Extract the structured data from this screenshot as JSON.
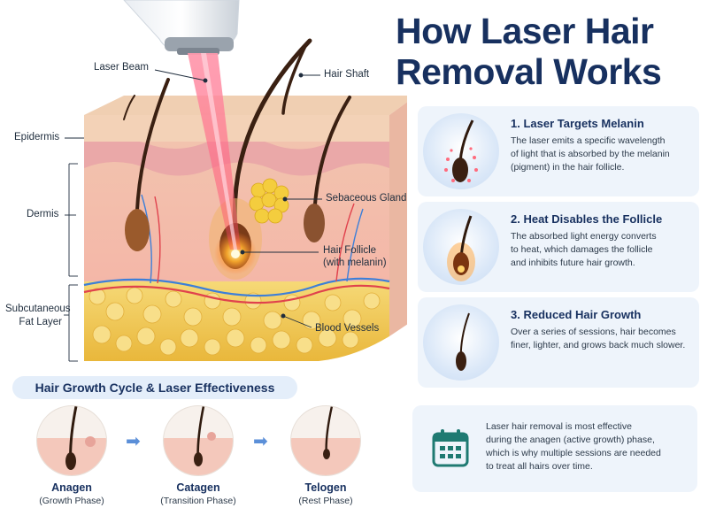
{
  "title": "How Laser Hair\nRemoval Works",
  "labels": {
    "laser_beam": "Laser Beam",
    "hair_shaft": "Hair Shaft",
    "epidermis": "Epidermis",
    "dermis": "Dermis",
    "subcutaneous": "Subcutaneous\nFat Layer",
    "sebaceous_gland": "Sebaceous Gland",
    "hair_follicle": "Hair Follicle\n(with melanin)",
    "blood_vessels": "Blood Vessels"
  },
  "steps": [
    {
      "title": "1. Laser Targets Melanin",
      "body": "The laser emits a specific wavelength\nof light that is absorbed by the melanin\n(pigment) in the hair follicle.",
      "icon": "hair-laser-icon"
    },
    {
      "title": "2. Heat Disables the Follicle",
      "body": "The absorbed light energy converts\nto heat, which damages the follicle\nand inhibits future hair growth.",
      "icon": "hair-heat-icon"
    },
    {
      "title": "3. Reduced Hair Growth",
      "body": "Over a series of sessions, hair becomes\nfiner, lighter, and grows back much slower.",
      "icon": "hair-thin-icon"
    }
  ],
  "cycle": {
    "title": "Hair Growth Cycle & Laser Effectiveness",
    "phases": [
      {
        "name": "Anagen",
        "sub": "(Growth Phase)"
      },
      {
        "name": "Catagen",
        "sub": "(Transition Phase)"
      },
      {
        "name": "Telogen",
        "sub": "(Rest Phase)"
      }
    ]
  },
  "note": {
    "text": "Laser hair removal is most effective\nduring the anagen (active growth) phase,\nwhich is why multiple sessions are needed\nto treat all hairs over time.",
    "icon": "calendar-icon"
  },
  "colors": {
    "navy": "#17305f",
    "card_bg": "#eef4fb",
    "skin": "#f6c9b9",
    "fat": "#f4cf5c",
    "laser": "#ff4d6d",
    "accent_blue": "#5b8fd8"
  }
}
